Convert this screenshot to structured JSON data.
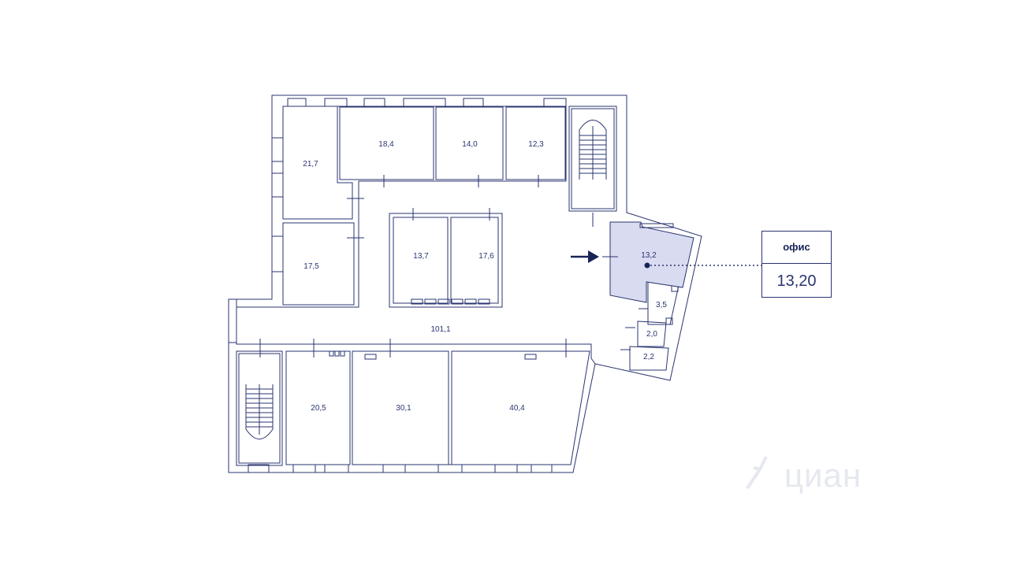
{
  "rooms": [
    {
      "id": "r1",
      "label": "21,7"
    },
    {
      "id": "r2",
      "label": "18,4"
    },
    {
      "id": "r3",
      "label": "14,0"
    },
    {
      "id": "r4",
      "label": "12,3"
    },
    {
      "id": "r5",
      "label": "17,5"
    },
    {
      "id": "r6",
      "label": "13,7"
    },
    {
      "id": "r7",
      "label": "17,6"
    },
    {
      "id": "r8",
      "label": "13,2"
    },
    {
      "id": "r9",
      "label": "3,5"
    },
    {
      "id": "r10",
      "label": "2,0"
    },
    {
      "id": "r11",
      "label": "2,2"
    },
    {
      "id": "r12",
      "label": "101,1"
    },
    {
      "id": "r13",
      "label": "20,5"
    },
    {
      "id": "r14",
      "label": "30,1"
    },
    {
      "id": "r15",
      "label": "40,4"
    }
  ],
  "info": {
    "title": "офис",
    "value": "13,20"
  },
  "watermark": "циан",
  "colors": {
    "line": "#2a3470",
    "highlight": "#d9dcf0",
    "arrow": "#1a2358"
  },
  "icons": {
    "arrow": "arrow-right-icon",
    "marker": "dot-marker-icon",
    "logo": "cian-logo-icon"
  }
}
